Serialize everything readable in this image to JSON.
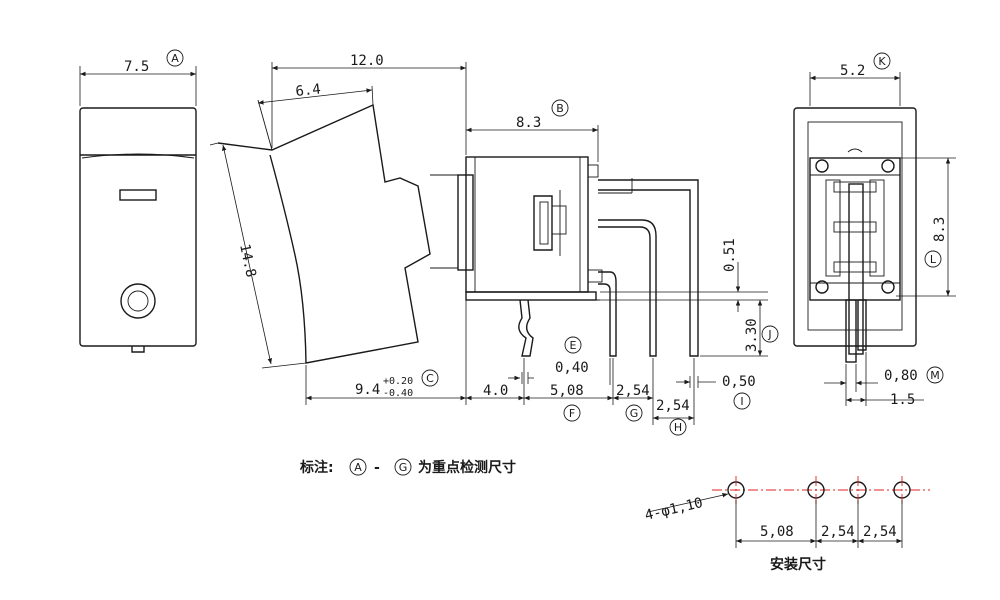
{
  "dims": {
    "width_7_5": "7.5",
    "length_12_0": "12.0",
    "rocker_6_4": "6.4",
    "body_8_3": "8.3",
    "height_14_8": "14.8",
    "base_9_4": "9.4",
    "tol_plus": "+0.20",
    "tol_minus": "-0.40",
    "d_4_0": "4.0",
    "d_5_08": "5,08",
    "d_2_54_g": "2,54",
    "d_2_54_h": "2,54",
    "pin_0_40": "0,40",
    "pin_0_50": "0,50",
    "v_0_51": "0.51",
    "v_3_30": "3.30",
    "side_5_2": "5.2",
    "side_8_3": "8.3",
    "side_0_80": "0,80",
    "side_1_5": "1.5"
  },
  "labels": {
    "A": "A",
    "B": "B",
    "C": "C",
    "E": "E",
    "F": "F",
    "G": "G",
    "H": "H",
    "I": "I",
    "J": "J",
    "K": "K",
    "L": "L",
    "M": "M"
  },
  "note": {
    "prefix": "标注:",
    "from": "A",
    "dash": "-",
    "to": "G",
    "suffix": "为重点检测尺寸"
  },
  "mounting": {
    "hole_spec": "4-φ1,10",
    "d1": "5,08",
    "d2": "2,54",
    "d3": "2,54",
    "title": "安装尺寸"
  }
}
